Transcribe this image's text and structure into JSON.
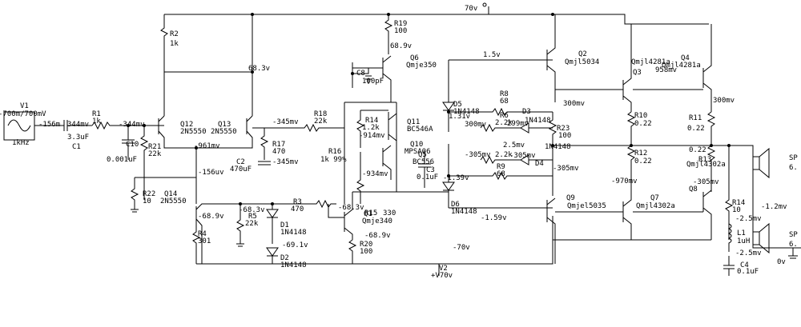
{
  "labels": {
    "v3_top": "70v",
    "v2_bot_a": "V2",
    "v2_bot_b": "+V70v",
    "neg70": "-70v",
    "v1": "V1",
    "v1_amp": "-700m/700mV",
    "v1_freq": "1kHz",
    "c1_v": "-156m",
    "c1_v2": "344mv",
    "c1_name": "C1",
    "c1_val": "3.3uF",
    "r1_name": "R1",
    "r1_val": "1k",
    "c10_name": "C10",
    "c10_val": "0.001uF",
    "r21_name": "R21",
    "r21_val": "22k",
    "n344": "-344mv",
    "r2_name": "R2",
    "r2_val": "1k",
    "n683": "68.3v",
    "q12_name": "Q12",
    "q12_type": "2N5550",
    "q13_name": "Q13",
    "q13_type": "2N5550",
    "n961": "-961mv",
    "n156u": "-156uv",
    "r22_name": "R22",
    "r22_val": "10",
    "q14_name": "Q14",
    "q14_type": "2N5550",
    "r4_name": "R4",
    "r4_val": "301",
    "n689": "-68.9v",
    "n683neg": "-68.3v",
    "r5_name": "R5",
    "r5_val": "22k",
    "d1_name": "D1",
    "d1_type": "1N4148",
    "d2_name": "D2",
    "d2_type": "1N4148",
    "n691": "-69.1v",
    "r3_name": "R3",
    "r3_val": "470",
    "n683b": "-68.3v",
    "q1_name": "Q1",
    "q1_type": "Qmje340",
    "r20_name": "R20",
    "r20_val": "100",
    "n689b": "-68.9v",
    "n345": "-345mv",
    "r18_name": "R18",
    "r18_val": "22k",
    "r17_name": "R17",
    "r17_val": "470",
    "c2_name": "C2",
    "c2_val": "470uF",
    "n345b": "-345mv",
    "r16_name": "R16",
    "r16_val": "1k 99%",
    "r14_name": "R14",
    "r14_val": "1.2k",
    "n914": "-914mv",
    "n934": "-934mv",
    "r15_name": "R15",
    "r15_val": "330",
    "q11_name": "Q11",
    "q11_type": "BC546A",
    "q10_name": "Q10",
    "q10_type": "MPSA06",
    "q5_name": "Q5",
    "q5_type": "BC556",
    "c3_name": "C3",
    "c3_val": "0.1uF",
    "r19_name": "R19",
    "r19_val": "100",
    "n689top": "68.9v",
    "q6_name": "Q6",
    "q6_type": "Qmje350",
    "c8_name": "C8",
    "c8_val": "100pF",
    "n15": "1.5v",
    "d5_name": "D5",
    "d5_type": "1N4148",
    "n131": "1.31v",
    "r8_name": "R8",
    "r8_val": "68",
    "d3_name": "D3",
    "d3_type": "1N4148",
    "n300a": "300mv",
    "r6_name": "R6",
    "r6_val": "2.2k",
    "n299": "299mv",
    "n25": "2.5mv",
    "n305a": "-305mv",
    "r7_val": "2.2k",
    "n305b": "-305mv",
    "d4_name": "D4",
    "d4_type": "1N4148",
    "r9_name": "R9",
    "r9_val": "68",
    "n139": "-1.39v",
    "d6_name": "D6",
    "d6_type": "1N4148",
    "n159": "-1.59v",
    "q2_name": "Q2",
    "q2_type": "Qmjl5034",
    "q3_name": "Q3",
    "q3_type": "Qmjl4281a",
    "q4_name": "Q4",
    "q4_type": "Qmjl4281a",
    "n958": "958mv",
    "n300b": "300mv",
    "n300c": "300mv",
    "r10_name": "R10",
    "r10_val": "0.22",
    "r11_name": "R11",
    "r11_val": "0.22",
    "r23_name": "R23",
    "r23_val": "100",
    "r12_name": "R12",
    "r12_val": "0.22",
    "r13_name": "R13",
    "r13_val": "0.22",
    "n305c": "-305mv",
    "n970": "-970mv",
    "n305d": "-305mv",
    "q9_name": "Q9",
    "q9_type": "Qmjel5035",
    "q7_name": "Q7",
    "q7_type": "Qmjl4302a",
    "q8_name": "Q8",
    "q8_type": "Qmjl4302a",
    "r14b_name": "R14",
    "r14b_val": "10",
    "n12": "-1.2mv",
    "n25b": "-2.5mv",
    "l1_name": "L1",
    "l1_val": "1uH",
    "n25c": "-2.5mv",
    "c4_name": "C4",
    "c4_val": "0.1uF",
    "sp1": "SP",
    "sp1v": "6.",
    "sp2": "SP",
    "sp2v": "6.",
    "n0v": "0v"
  }
}
